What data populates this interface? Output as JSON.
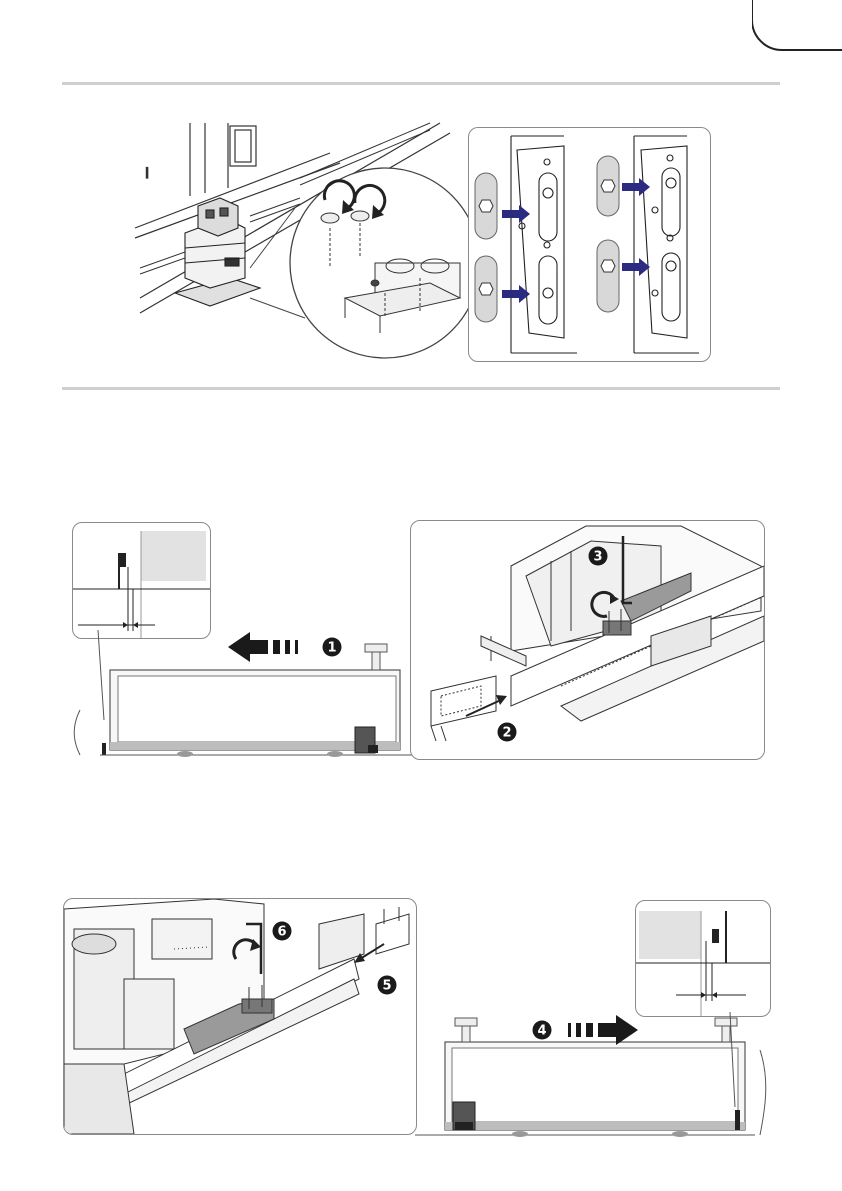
{
  "page": {
    "crop_mark_text": ""
  },
  "steps": {
    "step1": "1",
    "step2": "2",
    "step3": "3",
    "step4": "4",
    "step5": "5",
    "step6": "6"
  },
  "colors": {
    "arrow_blue": "#2b2b82",
    "separator_gray": "#cfcfcf",
    "line_dark": "#222222",
    "shade_gray": "#d9d9d9",
    "arrow_black": "#1a1a1a"
  },
  "icons": {
    "rotate": "rotate-arrow-icon",
    "hex_key": "hex-key-icon",
    "direction": "direction-arrow-icon"
  }
}
